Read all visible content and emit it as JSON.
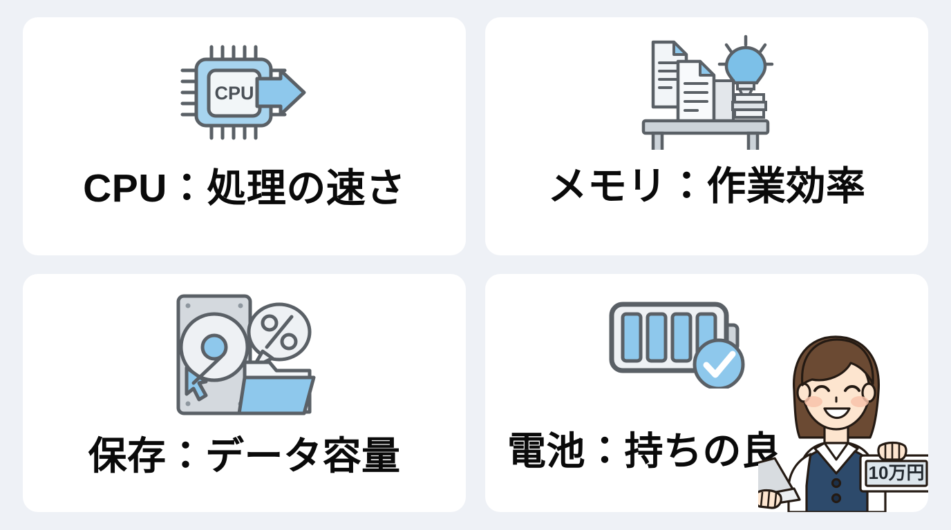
{
  "page": {
    "background_color": "#eef1f6",
    "card_background": "#ffffff",
    "text_color": "#0a0a0a",
    "accent_blue": "#8ec8ec",
    "accent_blue_dark": "#5a5f66",
    "layout": "2x2 card grid"
  },
  "cards": [
    {
      "id": "cpu",
      "label": "CPU：処理の速さ",
      "icon_name": "cpu-chip-arrow-icon",
      "icon_text": "CPU"
    },
    {
      "id": "memory",
      "label": "メモリ：作業効率",
      "icon_name": "desk-documents-lightbulb-icon"
    },
    {
      "id": "storage",
      "label": "保存：データ容量",
      "icon_name": "hard-disk-folder-percent-icon"
    },
    {
      "id": "battery",
      "label": "電池：持ちの良",
      "icon_name": "battery-check-icon"
    }
  ],
  "character": {
    "name": "smiling-woman-with-laptop",
    "sign_text": "10万円",
    "hair_color": "#6b4a33",
    "vest_color": "#2d4a6b",
    "skin_color": "#fde5cf"
  }
}
